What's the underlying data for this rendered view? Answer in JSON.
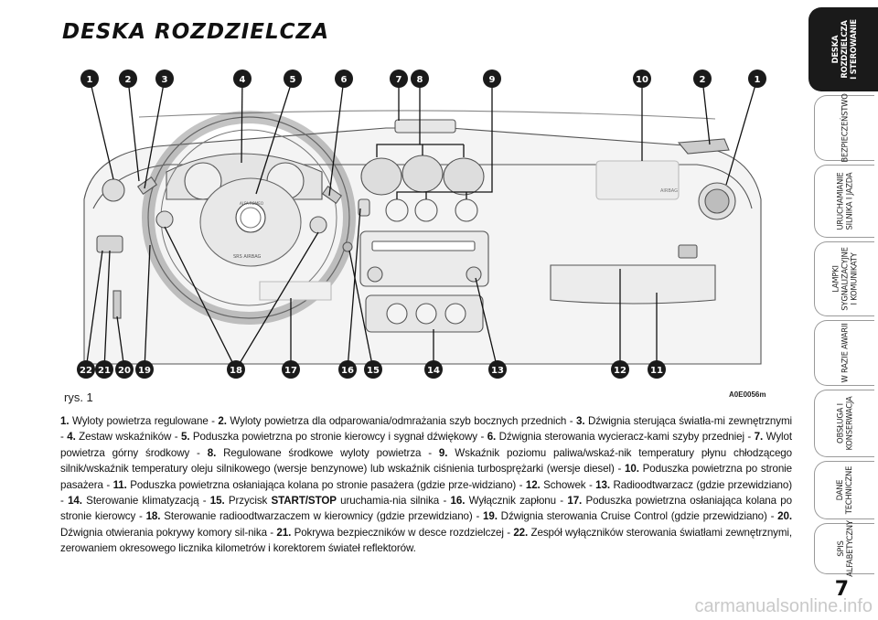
{
  "page": {
    "title": "DESKA ROZDZIELCZA",
    "figure_label": "rys. 1",
    "figure_code": "A0E0056m",
    "page_number": "7",
    "watermark": "carmanualsonline.info"
  },
  "sidebar": {
    "tabs": [
      {
        "label": "DESKA\nROZDZIELCZA\nI STEROWANIE",
        "active": true
      },
      {
        "label": "BEZPIECZEŃSTWO",
        "active": false
      },
      {
        "label": "URUCHAMIANIE\nSILNIKA I JAZDA",
        "active": false
      },
      {
        "label": "LAMPKI\nSYGNALIZACYJNE\nI KOMUNIKATY",
        "active": false
      },
      {
        "label": "W RAZIE AWARII",
        "active": false
      },
      {
        "label": "OBSŁUGA I\nKONSERWACJA",
        "active": false
      },
      {
        "label": "DANE\nTECHNICZNE",
        "active": false
      },
      {
        "label": "SPIS\nALFABETYCZNY",
        "active": false
      }
    ]
  },
  "figure": {
    "badge_color": "#1a1a1a",
    "top_labels": [
      "1",
      "2",
      "3",
      "4",
      "5",
      "6",
      "7",
      "8",
      "9",
      "10",
      "2",
      "1"
    ],
    "bottom_labels": [
      "22",
      "21",
      "20",
      "19",
      "18",
      "17",
      "16",
      "15",
      "14",
      "13",
      "12",
      "11"
    ],
    "airbag_text": "AIRBAG",
    "srs_text": "SRS AIRBAG",
    "logo_text": "ALFA ROMEO"
  },
  "caption": {
    "items": [
      {
        "n": "1.",
        "t": "Wyloty powietrza regulowane - "
      },
      {
        "n": "2.",
        "t": "Wyloty powietrza dla odparowania/odmrażania szyb bocznych przednich - "
      },
      {
        "n": "3.",
        "t": "Dźwignia sterująca światła-mi zewnętrznymi - "
      },
      {
        "n": "4.",
        "t": "Zestaw wskaźników - "
      },
      {
        "n": "5.",
        "t": "Poduszka powietrzna po stronie kierowcy i sygnał dźwiękowy - "
      },
      {
        "n": "6.",
        "t": "Dźwignia sterowania wycieracz-kami szyby przedniej - "
      },
      {
        "n": "7.",
        "t": "Wylot powietrza górny środkowy - "
      },
      {
        "n": "8.",
        "t": "Regulowane środkowe wyloty powietrza - "
      },
      {
        "n": "9.",
        "t": "Wskaźnik poziomu paliwa/wskaź-nik temperatury płynu chłodzącego silnik/wskaźnik temperatury oleju silnikowego (wersje benzynowe) lub wskaźnik ciśnienia turbosprężarki (wersje diesel) - "
      },
      {
        "n": "10.",
        "t": "Poduszka powietrzna po stronie pasażera - "
      },
      {
        "n": "11.",
        "t": "Poduszka powietrzna osłaniająca kolana po stronie pasażera (gdzie prze-widziano) - "
      },
      {
        "n": "12.",
        "t": "Schowek - "
      },
      {
        "n": "13.",
        "t": "Radioodtwarzacz (gdzie przewidziano) - "
      },
      {
        "n": "14.",
        "t": "Sterowanie klimatyzacją - "
      },
      {
        "n": "15.",
        "t": "Przycisk ",
        "b": "START/STOP",
        "t2": " uruchamia-nia silnika - "
      },
      {
        "n": "16.",
        "t": "Wyłącznik zapłonu - "
      },
      {
        "n": "17.",
        "t": "Poduszka powietrzna osłaniająca kolana po stronie kierowcy - "
      },
      {
        "n": "18.",
        "t": "Sterowanie radioodtwarzaczem w kierownicy (gdzie przewidziano) - "
      },
      {
        "n": "19.",
        "t": "Dźwignia sterowania Cruise Control (gdzie przewidziano) - "
      },
      {
        "n": "20.",
        "t": "Dźwignia otwierania pokrywy komory sil-nika - "
      },
      {
        "n": "21.",
        "t": "Pokrywa bezpieczników w desce rozdzielczej - "
      },
      {
        "n": "22.",
        "t": "Zespół wyłączników sterowania światłami zewnętrznymi, zerowaniem okresowego licznika kilometrów i korektorem świateł reflektorów."
      }
    ]
  }
}
